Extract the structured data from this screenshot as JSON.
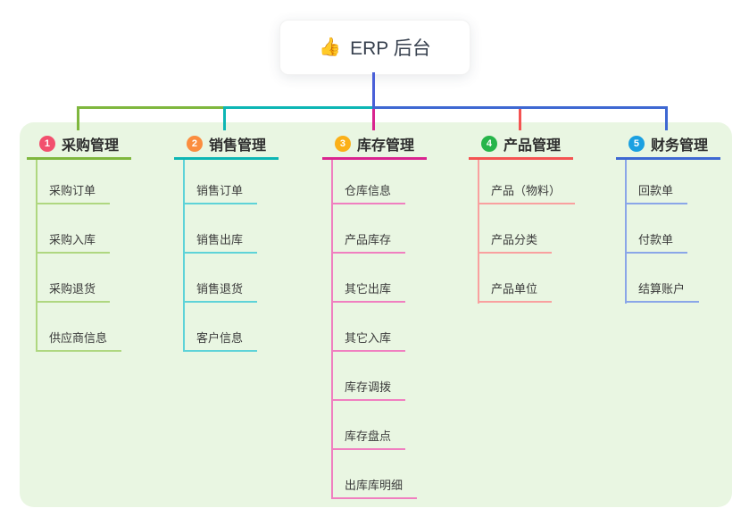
{
  "root": {
    "emoji": "👍",
    "title": "ERP 后台"
  },
  "panel": {
    "background": "#e9f6e2"
  },
  "connector": {
    "trunk_color": "#4a60d8"
  },
  "columns": [
    {
      "number": "1",
      "title": "采购管理",
      "accent": "#7fb73e",
      "light": "#afd780",
      "badge": "#f2506e",
      "children": [
        "采购订单",
        "采购入库",
        "采购退货",
        "供应商信息"
      ]
    },
    {
      "number": "2",
      "title": "销售管理",
      "accent": "#0db6b4",
      "light": "#5ed3d8",
      "badge": "#fb8d3f",
      "children": [
        "销售订单",
        "销售出库",
        "销售退货",
        "客户信息"
      ]
    },
    {
      "number": "3",
      "title": "库存管理",
      "accent": "#d9248f",
      "light": "#f07fc0",
      "badge": "#fbb018",
      "children": [
        "仓库信息",
        "产品库存",
        "其它出库",
        "其它入库",
        "库存调拨",
        "库存盘点",
        "出库库明细"
      ]
    },
    {
      "number": "4",
      "title": "产品管理",
      "accent": "#f45352",
      "light": "#f9a09f",
      "badge": "#27b54a",
      "children": [
        "产品（物料）",
        "产品分类",
        "产品单位"
      ]
    },
    {
      "number": "5",
      "title": "财务管理",
      "accent": "#3e68d2",
      "light": "#8aa6e8",
      "badge": "#1ba0e1",
      "children": [
        "回款单",
        "付款单",
        "结算账户"
      ]
    }
  ]
}
